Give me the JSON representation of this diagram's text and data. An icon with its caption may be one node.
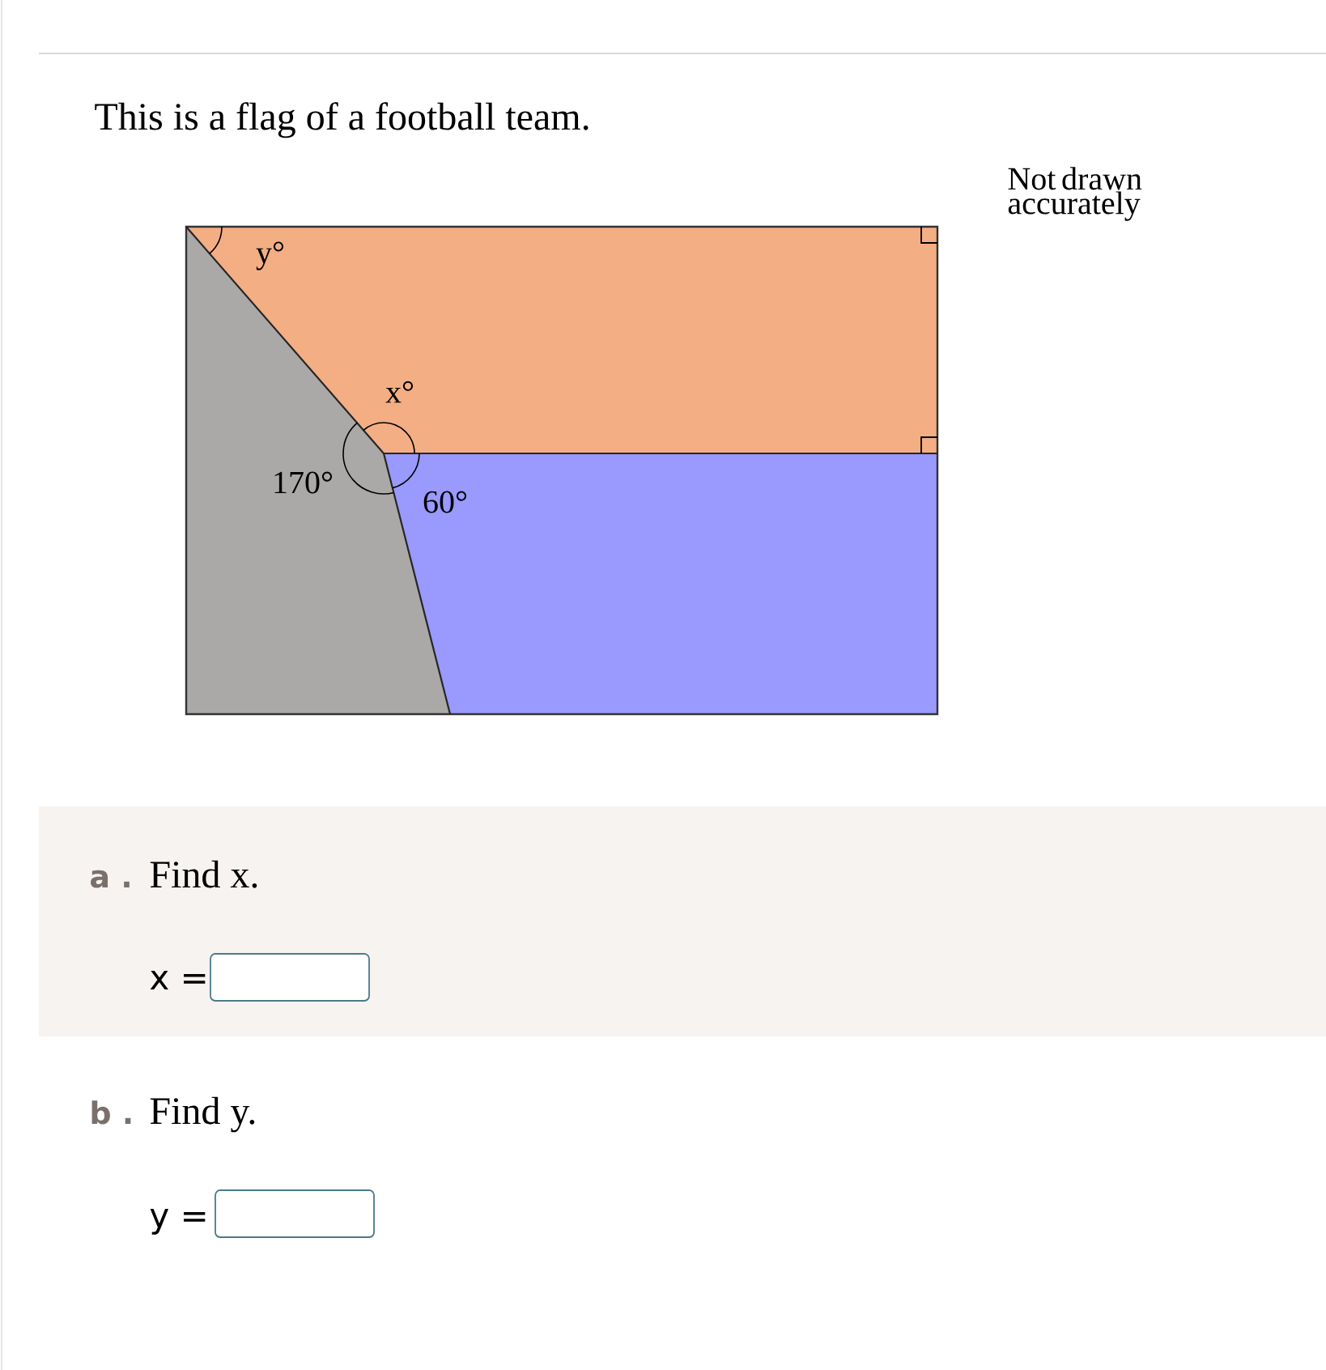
{
  "diagram": {
    "title": "This is a flag of a football team.",
    "labels": [
      "Not drawn accurately",
      "y°",
      "x°",
      "170°",
      "60°",
      "a .",
      "Find x.",
      "x =",
      "b .",
      "Find y.",
      "y ="
    ]
  }
}
